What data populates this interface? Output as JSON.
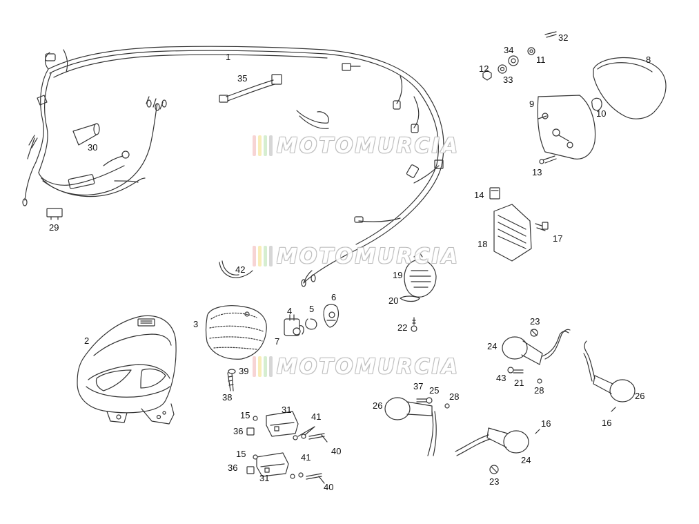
{
  "watermark": {
    "text": "MOTOMURCIA",
    "bar_colors": [
      "#f4c6c6",
      "#f6e7a0",
      "#c8e8c0",
      "#c8c8c8"
    ]
  },
  "callouts": [
    "1",
    "2",
    "3",
    "4",
    "5",
    "6",
    "7",
    "8",
    "9",
    "10",
    "11",
    "12",
    "13",
    "14",
    "15",
    "16",
    "17",
    "18",
    "19",
    "20",
    "21",
    "22",
    "23",
    "24",
    "25",
    "26",
    "28",
    "29",
    "30",
    "31",
    "32",
    "33",
    "34",
    "35",
    "36",
    "37",
    "38",
    "39",
    "40",
    "41",
    "42",
    "43"
  ],
  "labels": {
    "l1": "1",
    "l2": "2",
    "l3": "3",
    "l4": "4",
    "l5": "5",
    "l6": "6",
    "l7": "7",
    "l8": "8",
    "l9": "9",
    "l10": "10",
    "l11": "11",
    "l12": "12",
    "l13": "13",
    "l14": "14",
    "l15a": "15",
    "l15b": "15",
    "l16a": "16",
    "l16b": "16",
    "l17": "17",
    "l18": "18",
    "l19": "19",
    "l20": "20",
    "l21": "21",
    "l22": "22",
    "l23a": "23",
    "l23b": "23",
    "l24a": "24",
    "l24b": "24",
    "l25": "25",
    "l26a": "26",
    "l26b": "26",
    "l28a": "28",
    "l28b": "28",
    "l29": "29",
    "l30": "30",
    "l31a": "31",
    "l31b": "31",
    "l32": "32",
    "l33": "33",
    "l34": "34",
    "l35": "35",
    "l36a": "36",
    "l36b": "36",
    "l37": "37",
    "l38": "38",
    "l39": "39",
    "l40a": "40",
    "l40b": "40",
    "l41a": "41",
    "l41b": "41",
    "l42": "42",
    "l43": "43"
  }
}
